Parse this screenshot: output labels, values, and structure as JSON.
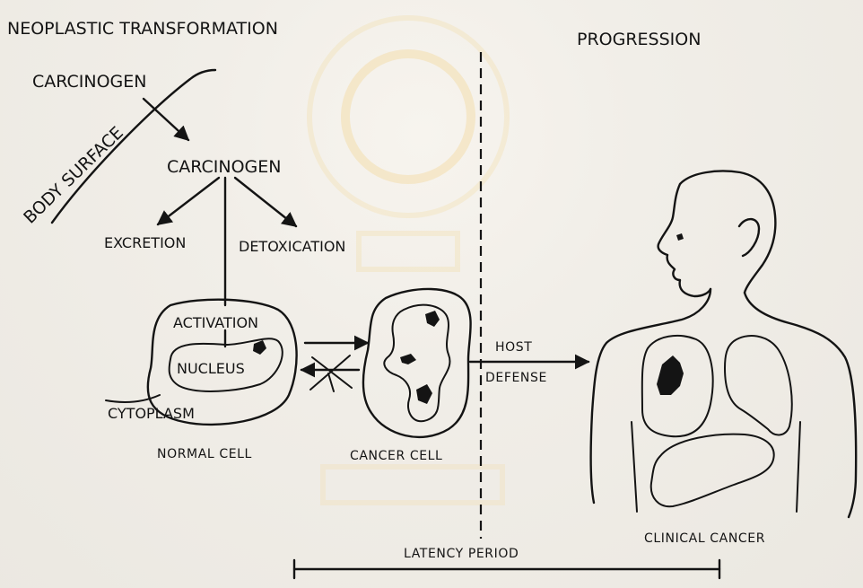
{
  "labels": {
    "neoplastic_transformation": "NEOPLASTIC TRANSFORMATION",
    "progression": "PROGRESSION",
    "carcinogen_outer": "CARCINOGEN",
    "body_surface": "BODY SURFACE",
    "carcinogen_inner": "CARCINOGEN",
    "excretion": "EXCRETION",
    "detoxication": "DETOXICATION",
    "activation": "ACTIVATION",
    "nucleus": "NUCLEUS",
    "cytoplasm": "CYTOPLASM",
    "normal_cell": "NORMAL CELL",
    "cancer_cell": "CANCER CELL",
    "host": "HOST",
    "defense": "DEFENSE",
    "clinical_cancer": "CLINICAL CANCER",
    "latency_period": "LATENCY PERIOD"
  },
  "colors": {
    "ink": "#141414",
    "paper": "#efece6",
    "watermark": "#f3d9a0"
  }
}
